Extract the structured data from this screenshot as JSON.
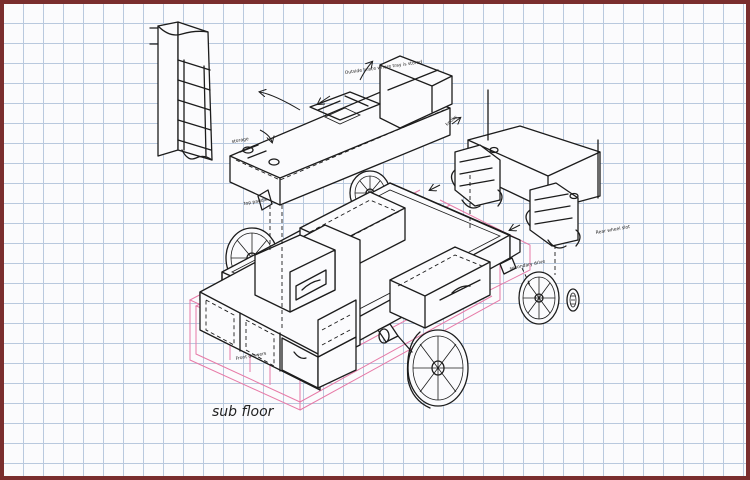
{
  "caption": "sub floor",
  "labels": {
    "outside_brace": "Outside brace where tray is stored",
    "storage": "storage",
    "top_paddle": "top paddle",
    "knobs": "knobs",
    "rear_wheel_slot": "Rear wheel slot",
    "secondary_drive": "secondary drive",
    "front_drawers": "Front drawers"
  },
  "colors": {
    "frame": "#7a2e2e",
    "grid": "#b9c9de",
    "ink": "#1c1c1c",
    "sub_floor": "#e77aa7"
  }
}
